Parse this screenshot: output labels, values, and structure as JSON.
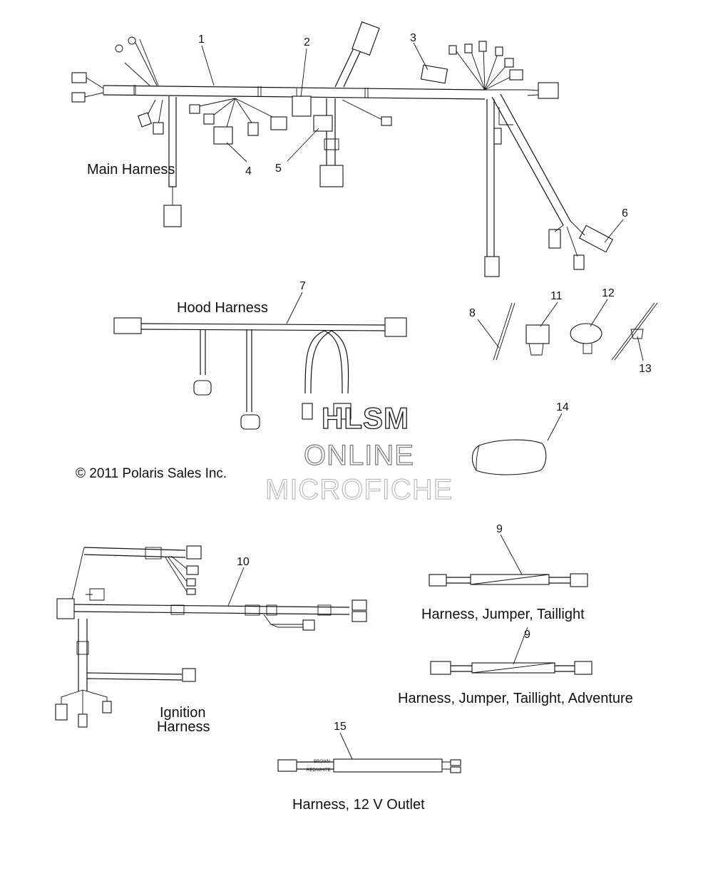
{
  "labels": {
    "main_harness": "Main Harness",
    "hood_harness": "Hood Harness",
    "ignition_line1": "Ignition",
    "ignition_line2": "Harness",
    "taillight_jumper": "Harness, Jumper, Taillight",
    "taillight_jumper_adventure": "Harness, Jumper, Taillight, Adventure",
    "outlet_12v": "Harness, 12 V Outlet",
    "copyright": "© 2011 Polaris Sales Inc."
  },
  "watermark": {
    "line1": "HLSM",
    "line2": "ONLINE",
    "line3": "MICROFICHE"
  },
  "callouts": {
    "c1": "1",
    "c2": "2",
    "c3": "3",
    "c4": "4",
    "c5": "5",
    "c6": "6",
    "c7": "7",
    "c8": "8",
    "c9a": "9",
    "c9b": "9",
    "c10": "10",
    "c11": "11",
    "c12": "12",
    "c13": "13",
    "c14": "14",
    "c15": "15"
  },
  "wire_markings": {
    "brown": "BROWN",
    "red_white": "RED/WHITE"
  }
}
